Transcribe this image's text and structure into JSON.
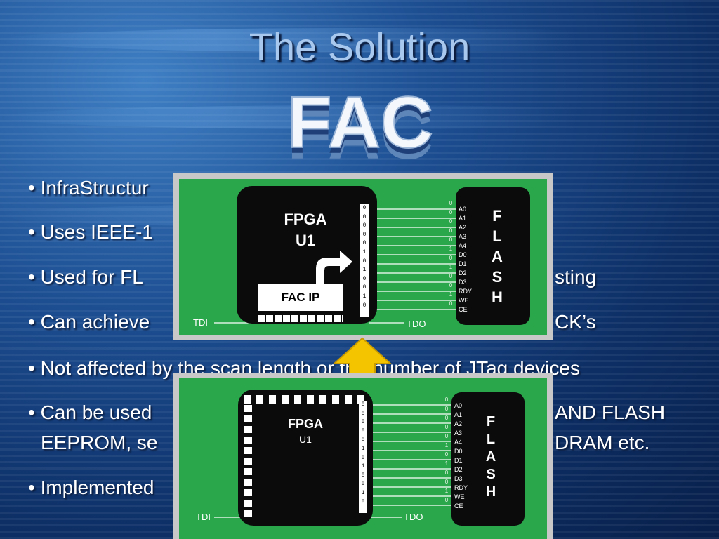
{
  "slide": {
    "title": "The Solution",
    "logo_text": "FAC",
    "bullets": [
      "• InfraStructur",
      "• Uses IEEE-1",
      "• Used for FL",
      "sting",
      "• Can achieve",
      "CK’s",
      "• Not affected by the scan length or the number of JTag devices",
      "• Can be used",
      "AND FLASH",
      "EEPROM, se",
      "DRAM etc.",
      "• Implemented"
    ]
  },
  "diagram_top": {
    "chip_label_1": "FPGA",
    "chip_label_2": "U1",
    "ip_label": "FAC IP",
    "bits": [
      "0",
      "0",
      "0",
      "0",
      "0",
      "1",
      "0",
      "1",
      "0",
      "0",
      "1",
      "0"
    ],
    "pins": [
      "A0",
      "A1",
      "A2",
      "A3",
      "A4",
      "D0",
      "D1",
      "D2",
      "D3",
      "RDY",
      "WE",
      "CE"
    ],
    "pin_values": [
      "0",
      "0",
      "0",
      "0",
      "0",
      "1",
      "0",
      "1",
      "0",
      "0",
      "1",
      "0"
    ],
    "flash_letters": [
      "F",
      "L",
      "A",
      "S",
      "H"
    ],
    "tdi": "TDI",
    "tdo": "TDO"
  },
  "diagram_bottom": {
    "chip_label_1": "FPGA",
    "chip_label_2": "U1",
    "bits": [
      "0",
      "0",
      "0",
      "0",
      "0",
      "1",
      "0",
      "1",
      "0",
      "0",
      "1",
      "0"
    ],
    "pins": [
      "A0",
      "A1",
      "A2",
      "A3",
      "A4",
      "D0",
      "D1",
      "D2",
      "D3",
      "RDY",
      "WE",
      "CE"
    ],
    "pin_values": [
      "0",
      "0",
      "0",
      "0",
      "0",
      "1",
      "0",
      "1",
      "0",
      "0",
      "1",
      "0"
    ],
    "flash_letters": [
      "F",
      "L",
      "A",
      "S",
      "H"
    ],
    "tdi": "TDI",
    "tdo": "TDO"
  },
  "colors": {
    "pcb": "#2aa64b",
    "board_frame": "#c8c8c8",
    "arrow": "#f5c400",
    "title": "#a8c8ee"
  }
}
